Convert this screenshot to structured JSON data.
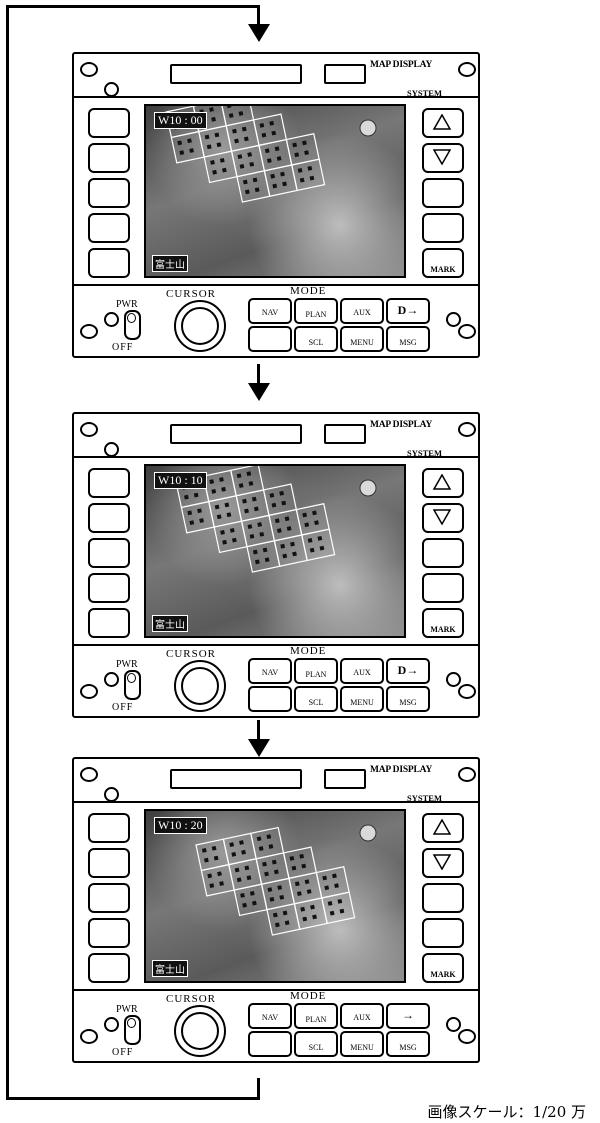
{
  "panels": [
    {
      "map_display_label": "MAP DISPLAY",
      "system_label": "SYSTEM",
      "time_label": "W10 : 00",
      "corner_label": "富士山",
      "pwr_label": "PWR",
      "off_label": "OFF",
      "cursor_label": "CURSOR",
      "mode_label": "MODE",
      "buttons": {
        "nav": "NAV",
        "plan": "PLAN",
        "aux": "AUX",
        "arrow": "D→",
        "scl": "SCL",
        "menu": "MENU",
        "msg": "MSG",
        "mark": "MARK"
      }
    },
    {
      "map_display_label": "MAP DISPLAY",
      "system_label": "SYSTEM",
      "time_label": "W10 : 10",
      "corner_label": "富士山",
      "pwr_label": "PWR",
      "off_label": "OFF",
      "cursor_label": "CURSOR",
      "mode_label": "MODE",
      "buttons": {
        "nav": "NAV",
        "plan": "PLAN",
        "aux": "AUX",
        "arrow": "D→",
        "scl": "SCL",
        "menu": "MENU",
        "msg": "MSG",
        "mark": "MARK"
      }
    },
    {
      "map_display_label": "MAP DISPLAY",
      "system_label": "SYSTEM",
      "time_label": "W10 : 20",
      "corner_label": "富士山",
      "pwr_label": "PWR",
      "off_label": "OFF",
      "cursor_label": "CURSOR",
      "mode_label": "MODE",
      "buttons": {
        "nav": "NAV",
        "plan": "PLAN",
        "aux": "AUX",
        "arrow": "→",
        "scl": "SCL",
        "menu": "MENU",
        "msg": "MSG",
        "mark": "MARK"
      }
    }
  ],
  "image_scale_label": "画像スケール：1/20 万"
}
